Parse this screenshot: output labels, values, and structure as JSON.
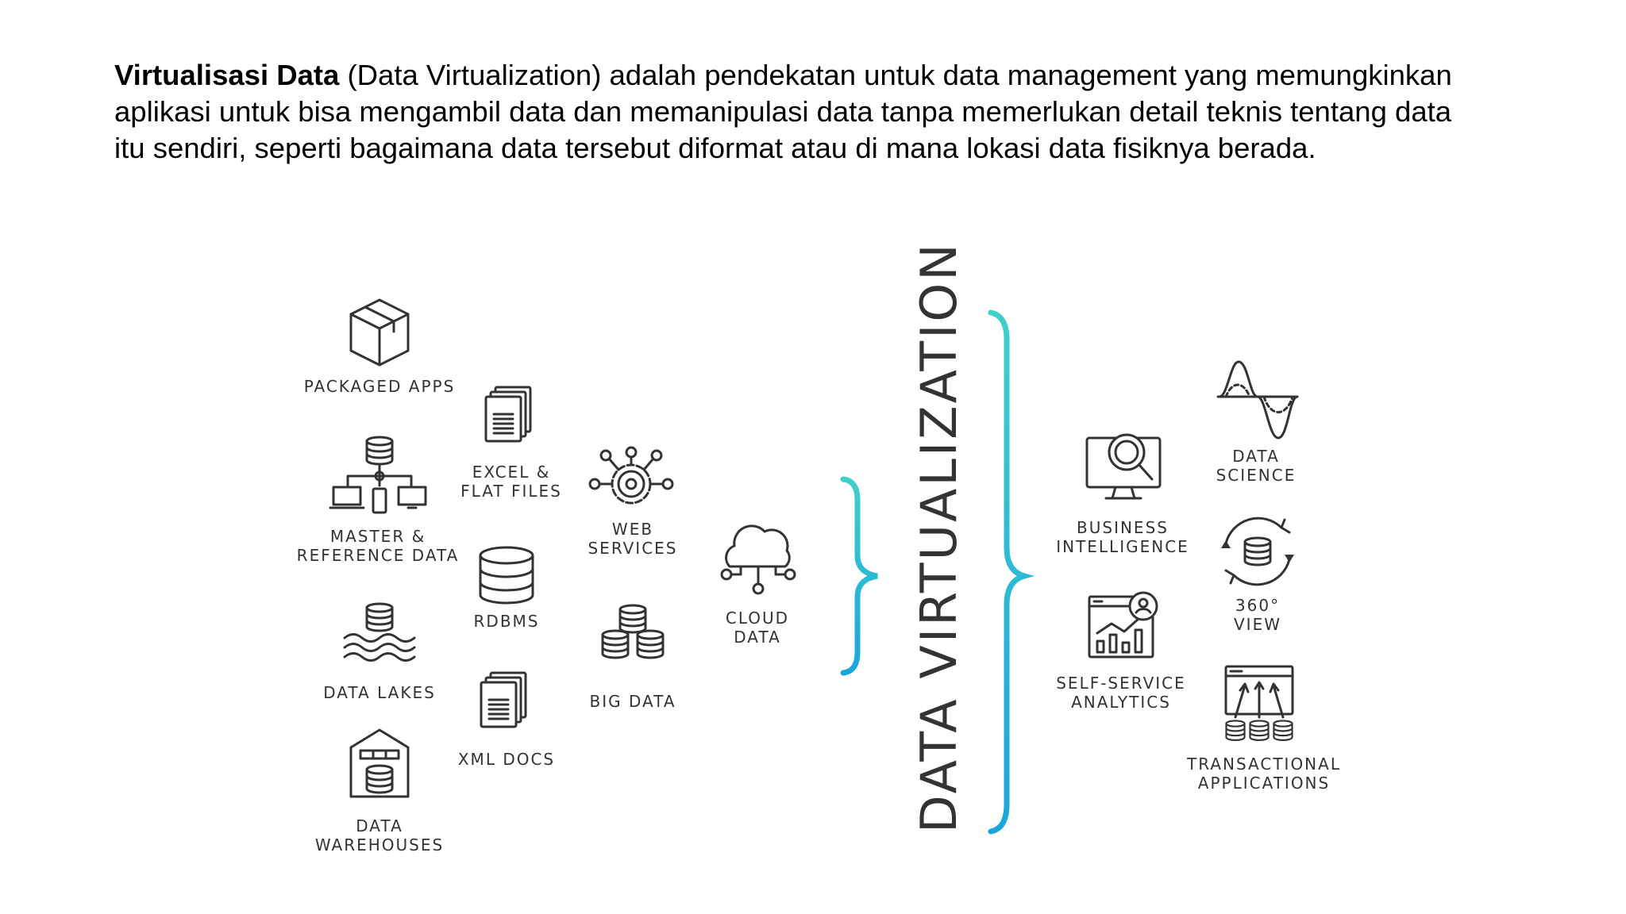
{
  "intro": {
    "term": "Virtualisasi Data",
    "rest": " (Data Virtualization) adalah pendekatan untuk data management yang memungkinkan aplikasi untuk bisa mengambil data dan memanipulasi data tanpa memerlukan detail teknis tentang data itu sendiri, seperti bagaimana data tersebut diformat atau di mana lokasi data fisiknya berada."
  },
  "diagram": {
    "center_title": "DATA VIRTUALIZATION",
    "accent_colors": [
      "#3fd0c9",
      "#1aa6dd"
    ],
    "sources": [
      {
        "icon": "package-box-icon",
        "label": [
          "PACKAGED APPS"
        ]
      },
      {
        "icon": "network-hierarchy-icon",
        "label": [
          "MASTER &",
          "REFERENCE DATA"
        ]
      },
      {
        "icon": "database-waves-icon",
        "label": [
          "DATA LAKES"
        ]
      },
      {
        "icon": "warehouse-icon",
        "label": [
          "DATA",
          "WAREHOUSES"
        ]
      },
      {
        "icon": "documents-icon",
        "label": [
          "EXCEL &",
          "FLAT FILES"
        ]
      },
      {
        "icon": "database-icon",
        "label": [
          "RDBMS"
        ]
      },
      {
        "icon": "documents-icon",
        "label": [
          "XML DOCS"
        ]
      },
      {
        "icon": "gear-network-icon",
        "label": [
          "WEB",
          "SERVICES"
        ]
      },
      {
        "icon": "database-cluster-icon",
        "label": [
          "BIG DATA"
        ]
      },
      {
        "icon": "cloud-icon",
        "label": [
          "CLOUD",
          "DATA"
        ]
      }
    ],
    "consumers": [
      {
        "icon": "monitor-magnifier-icon",
        "label": [
          "BUSINESS",
          "INTELLIGENCE"
        ]
      },
      {
        "icon": "analytics-dashboard-icon",
        "label": [
          "SELF-SERVICE",
          "ANALYTICS"
        ]
      },
      {
        "icon": "waveform-icon",
        "label": [
          "DATA",
          "SCIENCE"
        ]
      },
      {
        "icon": "database-rotate-icon",
        "label": [
          "360°",
          "VIEW"
        ]
      },
      {
        "icon": "app-window-databases-icon",
        "label": [
          "TRANSACTIONAL",
          "APPLICATIONS"
        ]
      }
    ]
  }
}
